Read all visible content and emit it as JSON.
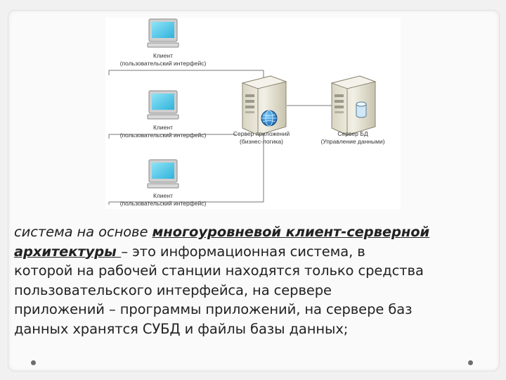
{
  "diagram": {
    "clients": [
      {
        "title": "Клиент",
        "subtitle": "(пользовательский интерфейс)"
      },
      {
        "title": "Клиент",
        "subtitle": "(пользовательский интерфейс)"
      },
      {
        "title": "Клиент",
        "subtitle": "(пользовательский интерфейс)"
      }
    ],
    "app_server": {
      "title": "Сервер приложений",
      "subtitle": "(бизнес-логика)"
    },
    "db_server": {
      "title": "Сервер БД",
      "subtitle": "(Управление данными)"
    },
    "icons": {
      "client": "monitor-icon",
      "app_server": "server-tower-icon",
      "globe": "globe-icon",
      "db_server": "server-tower-icon",
      "database": "database-cylinder-icon"
    },
    "colors": {
      "screen": "#4fc9ea",
      "tower": "#e9e6d7",
      "line": "#666666"
    }
  },
  "text": {
    "lead": "система на основе ",
    "term_line1": "многоуровневой клиент-серверной",
    "term_line2": "архитектуры ",
    "rest_line2": "– это информационная система, в",
    "line3": "которой на рабочей станции находятся только средства",
    "line4": "пользовательского интерфейса, на сервере",
    "line5": "приложений – программы приложений, на сервере баз",
    "line6": "данных хранятся СУБД и файлы базы данных;"
  }
}
